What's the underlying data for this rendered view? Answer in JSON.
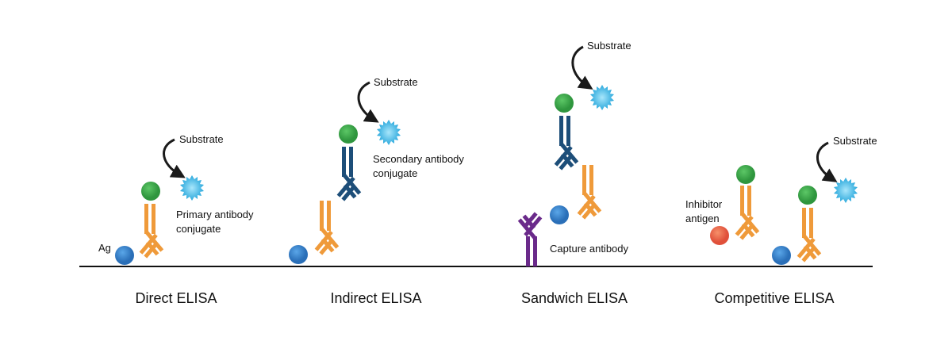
{
  "colors": {
    "orange": "#ef9a3a",
    "navy": "#1d4e79",
    "purple": "#6a2a8a",
    "green": "#3aa64a",
    "blue": "#3a86cf",
    "red": "#e8644a",
    "star": "#3cb4e0"
  },
  "panels": [
    {
      "title": "Direct ELISA",
      "substrate": "Substrate",
      "label1": "Primary antibody",
      "label2": "conjugate",
      "antigen": "Ag"
    },
    {
      "title": "Indirect ELISA",
      "substrate": "Substrate",
      "label1": "Secondary antibody",
      "label2": "conjugate"
    },
    {
      "title": "Sandwich ELISA",
      "substrate": "Substrate",
      "capture": "Capture antibody"
    },
    {
      "title": "Competitive ELISA",
      "substrate": "Substrate",
      "label1": "Inhibitor",
      "label2": "antigen"
    }
  ]
}
